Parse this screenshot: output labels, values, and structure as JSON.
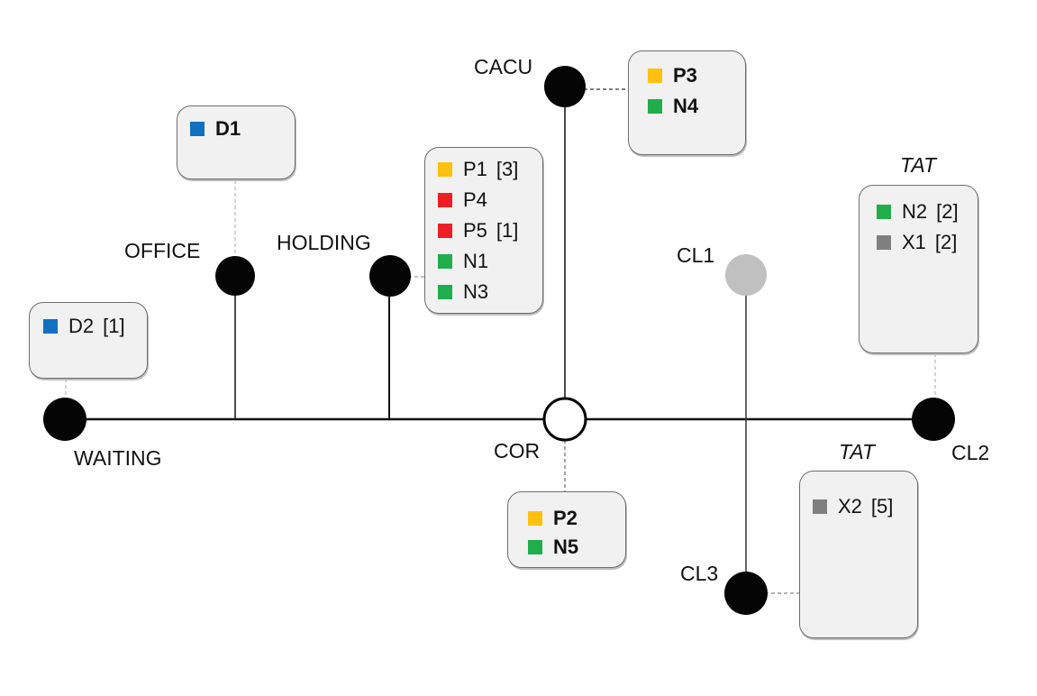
{
  "colors": {
    "blue": "#1170c0",
    "yellow": "#ffc10e",
    "red": "#ee1e25",
    "green": "#1fae4b",
    "gray": "#7f7f7f",
    "node_active": "#050505",
    "node_inactive": "#c0c0c0",
    "node_hub_fill": "#ffffff"
  },
  "nodes": {
    "waiting": {
      "label": "WAITING",
      "state": "active"
    },
    "office": {
      "label": "OFFICE",
      "state": "active"
    },
    "holding": {
      "label": "HOLDING",
      "state": "active"
    },
    "cacu": {
      "label": "CACU",
      "state": "active"
    },
    "cor": {
      "label": "COR",
      "state": "hub"
    },
    "cl1": {
      "label": "CL1",
      "state": "inactive"
    },
    "cl2": {
      "label": "CL2",
      "state": "active"
    },
    "cl3": {
      "label": "CL3",
      "state": "active"
    }
  },
  "boxes": {
    "waiting": {
      "title": "",
      "items": [
        {
          "id": "D2",
          "count": "[1]",
          "color": "blue",
          "bold": false
        }
      ]
    },
    "office": {
      "title": "",
      "items": [
        {
          "id": "D1",
          "count": "",
          "color": "blue",
          "bold": true
        }
      ]
    },
    "holding": {
      "title": "",
      "items": [
        {
          "id": "P1",
          "count": "[3]",
          "color": "yellow",
          "bold": false
        },
        {
          "id": "P4",
          "count": "",
          "color": "red",
          "bold": false
        },
        {
          "id": "P5",
          "count": "[1]",
          "color": "red",
          "bold": false
        },
        {
          "id": "N1",
          "count": "",
          "color": "green",
          "bold": false
        },
        {
          "id": "N3",
          "count": "",
          "color": "green",
          "bold": false
        }
      ]
    },
    "cacu": {
      "title": "",
      "items": [
        {
          "id": "P3",
          "count": "",
          "color": "yellow",
          "bold": true
        },
        {
          "id": "N4",
          "count": "",
          "color": "green",
          "bold": true
        }
      ]
    },
    "cor": {
      "title": "",
      "items": [
        {
          "id": "P2",
          "count": "",
          "color": "yellow",
          "bold": true
        },
        {
          "id": "N5",
          "count": "",
          "color": "green",
          "bold": true
        }
      ]
    },
    "cl2": {
      "title": "TAT",
      "items": [
        {
          "id": "N2",
          "count": "[2]",
          "color": "green",
          "bold": false
        },
        {
          "id": "X1",
          "count": "[2]",
          "color": "gray",
          "bold": false
        }
      ]
    },
    "cl3": {
      "title": "TAT",
      "items": [
        {
          "id": "X2",
          "count": "[5]",
          "color": "gray",
          "bold": false
        }
      ]
    }
  }
}
